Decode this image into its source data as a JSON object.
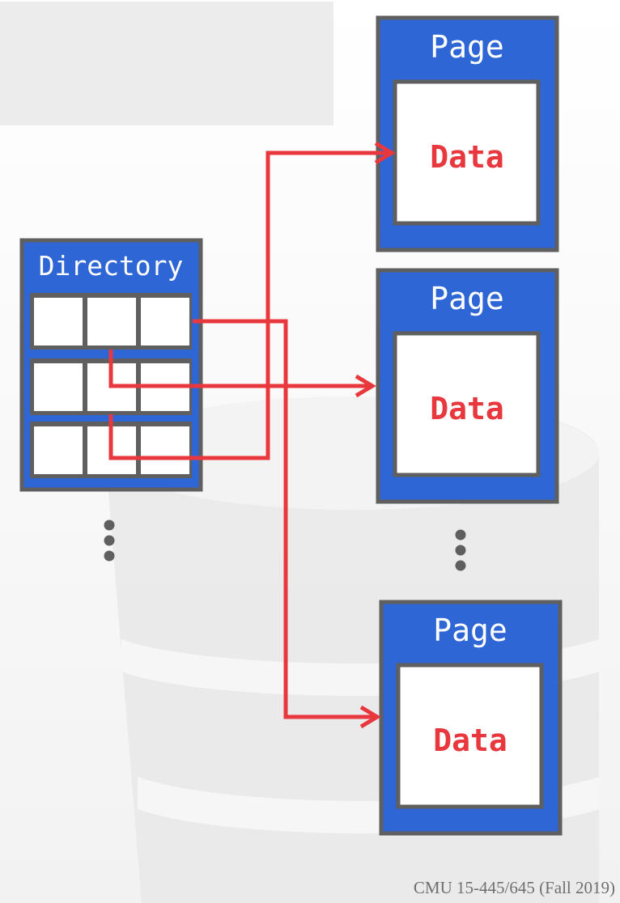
{
  "directory": {
    "title": "Directory",
    "rows": 3,
    "cols": 3
  },
  "pages": [
    {
      "title": "Page",
      "data_label": "Data"
    },
    {
      "title": "Page",
      "data_label": "Data"
    },
    {
      "title": "Page",
      "data_label": "Data"
    }
  ],
  "ellipsis": "⋮",
  "footer": "CMU 15-445/645 (Fall 2019)",
  "colors": {
    "box_blue": "#2f66d6",
    "border": "#5f5f5f",
    "arrow": "#e8383d",
    "data_text": "#e8383d",
    "background_art": "#e6e6e6",
    "top_rect": "#ececec"
  }
}
